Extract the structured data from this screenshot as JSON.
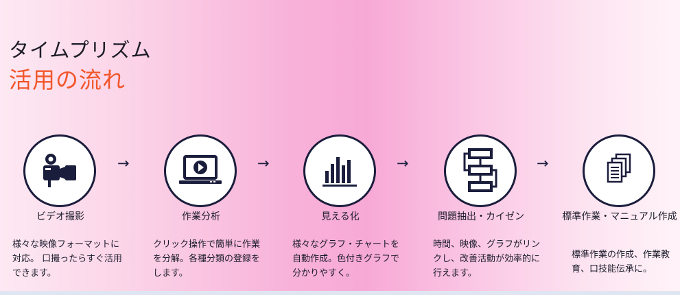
{
  "header": {
    "title_line1": "タイムプリズム",
    "title_line2": "活用の流れ"
  },
  "steps": [
    {
      "label": "ビデオ撮影",
      "desc": "様々な映像フォーマットに対応。 口撮ったらすぐ活用できます。",
      "icon": "video-camera-icon"
    },
    {
      "label": "作業分析",
      "desc": "クリック操作で簡単に作業を分解。各種分類の登録をします。",
      "icon": "laptop-play-icon"
    },
    {
      "label": "見える化",
      "desc": "様々なグラフ・チャートを自動作成。色付きグラフで分かりやすく。",
      "icon": "bar-chart-icon"
    },
    {
      "label": "問題抽出・カイゼン",
      "desc": "時間、映像、グラフがリンクし、改善活動が効率的に行えます。",
      "icon": "flowchart-icon"
    },
    {
      "label": "標準作業・マニュアル作成",
      "desc": "標準作業の作成、作業教育、口技能伝承に。",
      "icon": "documents-icon"
    }
  ],
  "arrow_glyph": "→",
  "colors": {
    "accent": "#f2562b",
    "icon_navy": "#1b1d3c"
  }
}
